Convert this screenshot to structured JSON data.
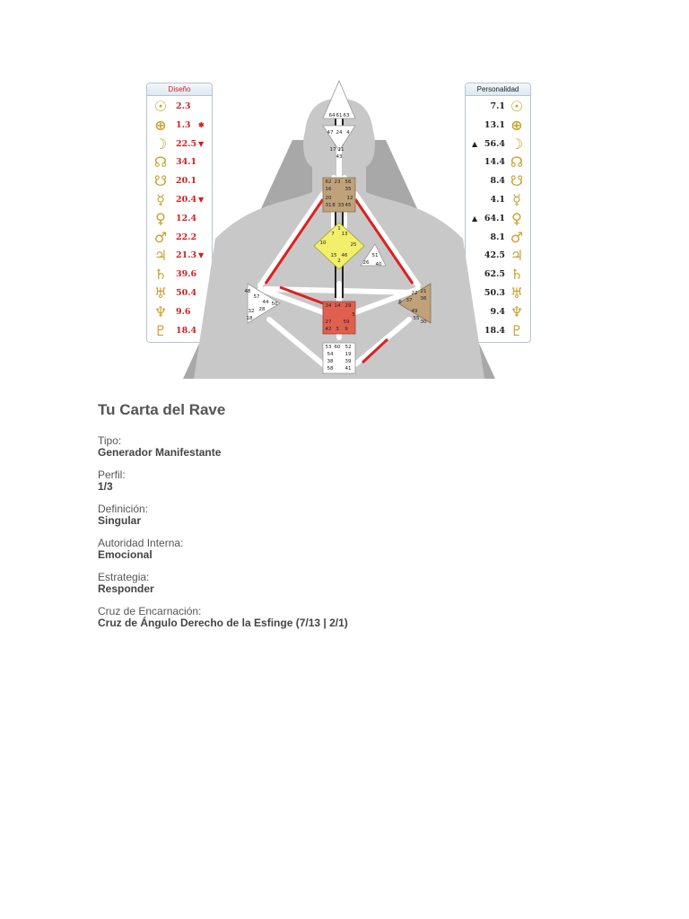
{
  "design_panel": {
    "title": "Diseño",
    "rows": [
      {
        "icon": "sun-icon",
        "glyph": "☉",
        "value": "2.3",
        "mark": ""
      },
      {
        "icon": "earth-icon",
        "glyph": "⊕",
        "value": "1.3",
        "mark": "✱"
      },
      {
        "icon": "moon-icon",
        "glyph": "☽",
        "value": "22.5",
        "mark": "▼"
      },
      {
        "icon": "north-node-icon",
        "glyph": "☊",
        "value": "34.1",
        "mark": ""
      },
      {
        "icon": "south-node-icon",
        "glyph": "☋",
        "value": "20.1",
        "mark": ""
      },
      {
        "icon": "mercury-icon",
        "glyph": "☿",
        "value": "20.4",
        "mark": "▼"
      },
      {
        "icon": "venus-icon",
        "glyph": "♀",
        "value": "12.4",
        "mark": ""
      },
      {
        "icon": "mars-icon",
        "glyph": "♂",
        "value": "22.2",
        "mark": ""
      },
      {
        "icon": "jupiter-icon",
        "glyph": "♃",
        "value": "21.3",
        "mark": "▼"
      },
      {
        "icon": "saturn-icon",
        "glyph": "♄",
        "value": "39.6",
        "mark": ""
      },
      {
        "icon": "uranus-icon",
        "glyph": "♅",
        "value": "50.4",
        "mark": ""
      },
      {
        "icon": "neptune-icon",
        "glyph": "♆",
        "value": "9.6",
        "mark": ""
      },
      {
        "icon": "pluto-icon",
        "glyph": "♇",
        "value": "18.4",
        "mark": ""
      }
    ]
  },
  "personality_panel": {
    "title": "Personalidad",
    "rows": [
      {
        "icon": "sun-icon",
        "glyph": "☉",
        "value": "7.1",
        "mark": ""
      },
      {
        "icon": "earth-icon",
        "glyph": "⊕",
        "value": "13.1",
        "mark": ""
      },
      {
        "icon": "moon-icon",
        "glyph": "☽",
        "value": "56.4",
        "mark": "▲"
      },
      {
        "icon": "north-node-icon",
        "glyph": "☊",
        "value": "14.4",
        "mark": ""
      },
      {
        "icon": "south-node-icon",
        "glyph": "☋",
        "value": "8.4",
        "mark": ""
      },
      {
        "icon": "mercury-icon",
        "glyph": "☿",
        "value": "4.1",
        "mark": ""
      },
      {
        "icon": "venus-icon",
        "glyph": "♀",
        "value": "64.1",
        "mark": "▲"
      },
      {
        "icon": "mars-icon",
        "glyph": "♂",
        "value": "8.1",
        "mark": ""
      },
      {
        "icon": "jupiter-icon",
        "glyph": "♃",
        "value": "42.5",
        "mark": ""
      },
      {
        "icon": "saturn-icon",
        "glyph": "♄",
        "value": "62.5",
        "mark": ""
      },
      {
        "icon": "uranus-icon",
        "glyph": "♅",
        "value": "50.3",
        "mark": ""
      },
      {
        "icon": "neptune-icon",
        "glyph": "♆",
        "value": "9.4",
        "mark": ""
      },
      {
        "icon": "pluto-icon",
        "glyph": "♇",
        "value": "18.4",
        "mark": ""
      }
    ]
  },
  "bodygraph": {
    "colors": {
      "defined_center_yellow": "#f2ef6a",
      "defined_center_tan": "#bfa27a",
      "sacral_red": "#e06050",
      "channel_red": "#dd2020",
      "silhouette": "#c8c8c8"
    },
    "gate_numbers": [
      "64",
      "61",
      "63",
      "47",
      "24",
      "4",
      "17",
      "11",
      "43",
      "62",
      "23",
      "56",
      "16",
      "35",
      "20",
      "31",
      "8",
      "33",
      "45",
      "12",
      "1",
      "7",
      "13",
      "10",
      "25",
      "15",
      "46",
      "2",
      "51",
      "26",
      "40",
      "48",
      "57",
      "44",
      "50",
      "32",
      "28",
      "18",
      "21",
      "36",
      "6",
      "37",
      "22",
      "49",
      "55",
      "30",
      "34",
      "14",
      "29",
      "5",
      "27",
      "59",
      "42",
      "3",
      "9",
      "53",
      "60",
      "52",
      "54",
      "19",
      "38",
      "39",
      "58",
      "41"
    ]
  },
  "info": {
    "title": "Tu Carta del Rave",
    "fields": [
      {
        "label": "Tipo:",
        "value": "Generador Manifestante"
      },
      {
        "label": "Perfil:",
        "value": "1/3"
      },
      {
        "label": "Definición:",
        "value": "Singular"
      },
      {
        "label": "Autoridad Interna:",
        "value": "Emocional"
      },
      {
        "label": "Estrategia:",
        "value": "Responder"
      },
      {
        "label": "Cruz de Encarnación:",
        "value": "Cruz de Ángulo Derecho de la Esfinge (7/13 | 2/1)"
      }
    ]
  }
}
